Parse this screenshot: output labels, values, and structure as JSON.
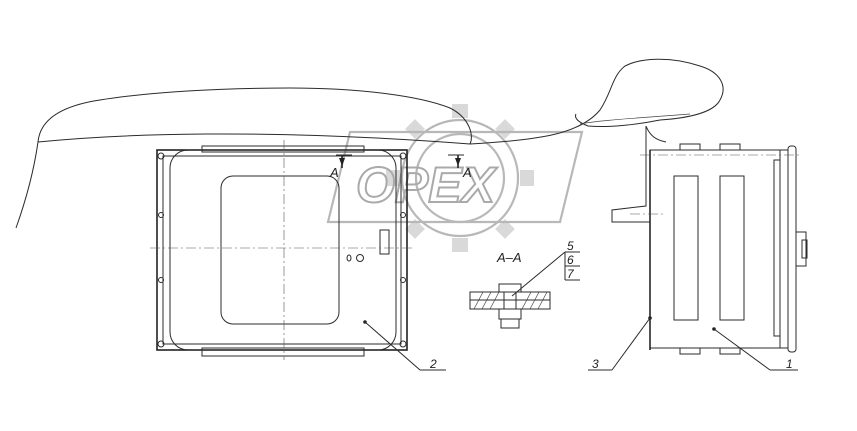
{
  "section_markers": [
    "A",
    "A"
  ],
  "section_title": "A–A",
  "callouts": {
    "item1": "1",
    "item2": "2",
    "item3": "3",
    "item5": "5",
    "item6": "6",
    "item7": "7"
  },
  "watermark": {
    "text": "OPEX",
    "color": "#b8b8b8"
  }
}
